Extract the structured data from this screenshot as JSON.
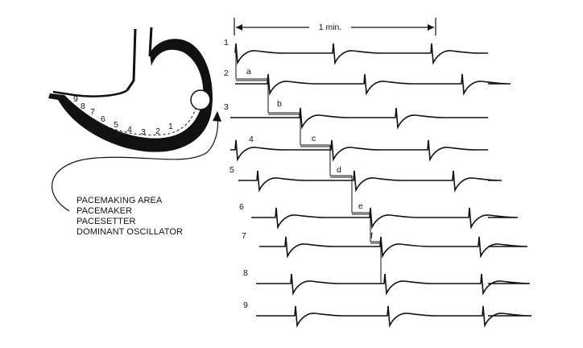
{
  "scale_label": "1 min.",
  "caption_lines": [
    "PACEMAKING AREA",
    "PACEMAKER",
    "PACESETTER",
    "DOMINANT OSCILLATOR"
  ],
  "stomach_site_labels": [
    "9",
    "8",
    "7",
    "6",
    "5",
    "4",
    "3",
    "2",
    "1"
  ],
  "trace_labels": [
    "1",
    "2",
    "3",
    "4",
    "5",
    "6",
    "7",
    "8",
    "9"
  ],
  "delay_labels": [
    "a",
    "b",
    "c",
    "d",
    "e",
    "f"
  ]
}
